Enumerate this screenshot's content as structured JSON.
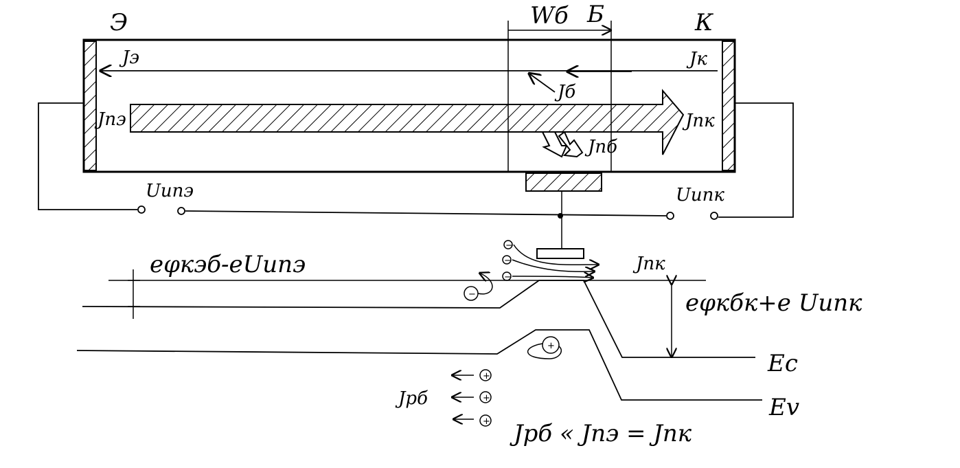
{
  "regions": {
    "emitter": "Э",
    "base": "Б",
    "collector": "К",
    "base_width": "Wб"
  },
  "currents": {
    "emitter": "Jэ",
    "collector": "Jк",
    "base": "Jб",
    "injected_emitter": "Jnэ",
    "injected_collector": "Jnк",
    "recombination_base": "Jnб",
    "band_collector_flow": "Jnк",
    "hole_current": "Jpб"
  },
  "voltages": {
    "emitter_source": "Uипэ",
    "collector_source": "Uипк"
  },
  "band_diagram": {
    "emitter_barrier": "eφкэб-eUипэ",
    "collector_barrier": "eφкбк+e Uипк",
    "conduction_band": "Ec",
    "valence_band": "Ev",
    "relation": "Jpб « Jnэ = Jnк"
  },
  "carriers": {
    "electron": "−",
    "hole": "+"
  }
}
